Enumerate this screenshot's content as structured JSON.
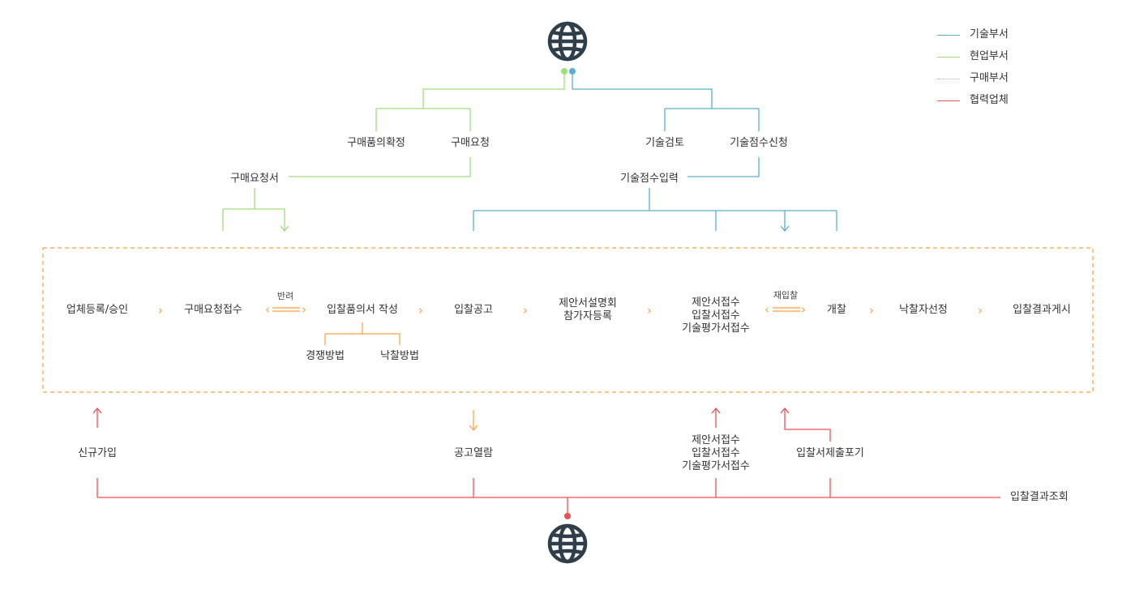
{
  "legend": [
    {
      "label": "기술부서",
      "color": "#5aaed2",
      "style": "solid"
    },
    {
      "label": "현업부서",
      "color": "#9fdf7a",
      "style": "solid"
    },
    {
      "label": "구매부서",
      "color": "#ff9f40",
      "style": "dotted"
    },
    {
      "label": "협력업체",
      "color": "#e8534f",
      "style": "solid"
    }
  ],
  "top": {
    "purchase_confirm": "구매품의확정",
    "purchase_request": "구매요청",
    "tech_review": "기술검토",
    "tech_score_apply": "기술점수신청",
    "purchase_request_doc": "구매요청서",
    "tech_score_input": "기술점수입력"
  },
  "process": {
    "steps": [
      "업체등록/승인",
      "구매요청접수",
      "입찰품의서 작성",
      "입찰공고",
      "제안서설명회\n참가자등록",
      "제안서접수\n입찰서접수\n기술평가서접수",
      "개찰",
      "낙찰자선정",
      "입찰결과게시"
    ],
    "return_label": "반려",
    "rebid_label": "재입찰",
    "method_competition": "경쟁방법",
    "method_award": "낙찰방법"
  },
  "bottom": {
    "signup": "신규가입",
    "notice_view": "공고열람",
    "submission": "제안서접수\n입찰서접수\n기술평가서접수",
    "bid_withdraw": "입찰서제출포기",
    "result_view": "입찰결과조회"
  },
  "icons": {
    "top": "globe-icon",
    "bottom": "globe-icon"
  },
  "colors": {
    "tech": "#5aaed2",
    "field": "#9fdf7a",
    "purchase": "#ff9f40",
    "partner": "#e8534f",
    "icon": "#2f3e4b"
  }
}
